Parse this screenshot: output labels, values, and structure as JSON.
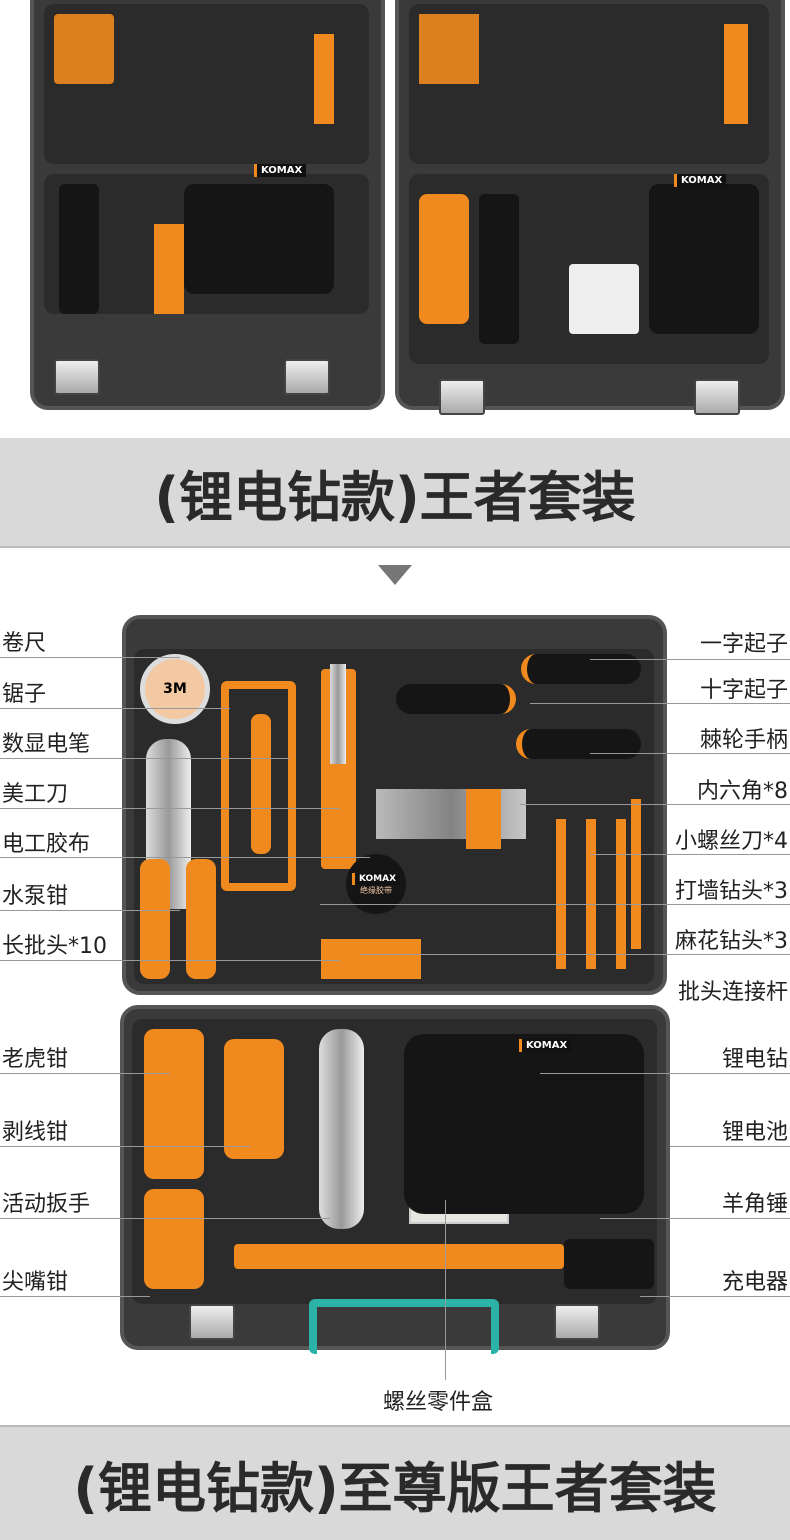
{
  "top_banner": {
    "title": "(锂电钻款)王者套装"
  },
  "bottom_banner": {
    "title": "(锂电钻款)至尊版王者套装"
  },
  "brand": {
    "logo": "KOMAX",
    "tape_label": "绝缘胶带",
    "tape_measure": "3M"
  },
  "labels_left": [
    "卷尺",
    "锯子",
    "数显电笔",
    "美工刀",
    "电工胶布",
    "水泵钳",
    "长批头*10",
    "老虎钳",
    "剥线钳",
    "活动扳手",
    "尖嘴钳"
  ],
  "labels_right": [
    "一字起子",
    "十字起子",
    "棘轮手柄",
    "内六角*8",
    "小螺丝刀*4",
    "打墙钻头*3",
    "麻花钻头*3",
    "批头连接杆",
    "锂电钻",
    "锂电池",
    "羊角锤",
    "充电器"
  ],
  "label_bottom": "螺丝零件盒",
  "colors": {
    "accent": "#f08a1e",
    "case": "#3a3a3a",
    "banner": "#d9d9d9",
    "handle": "#2bb3a8"
  }
}
